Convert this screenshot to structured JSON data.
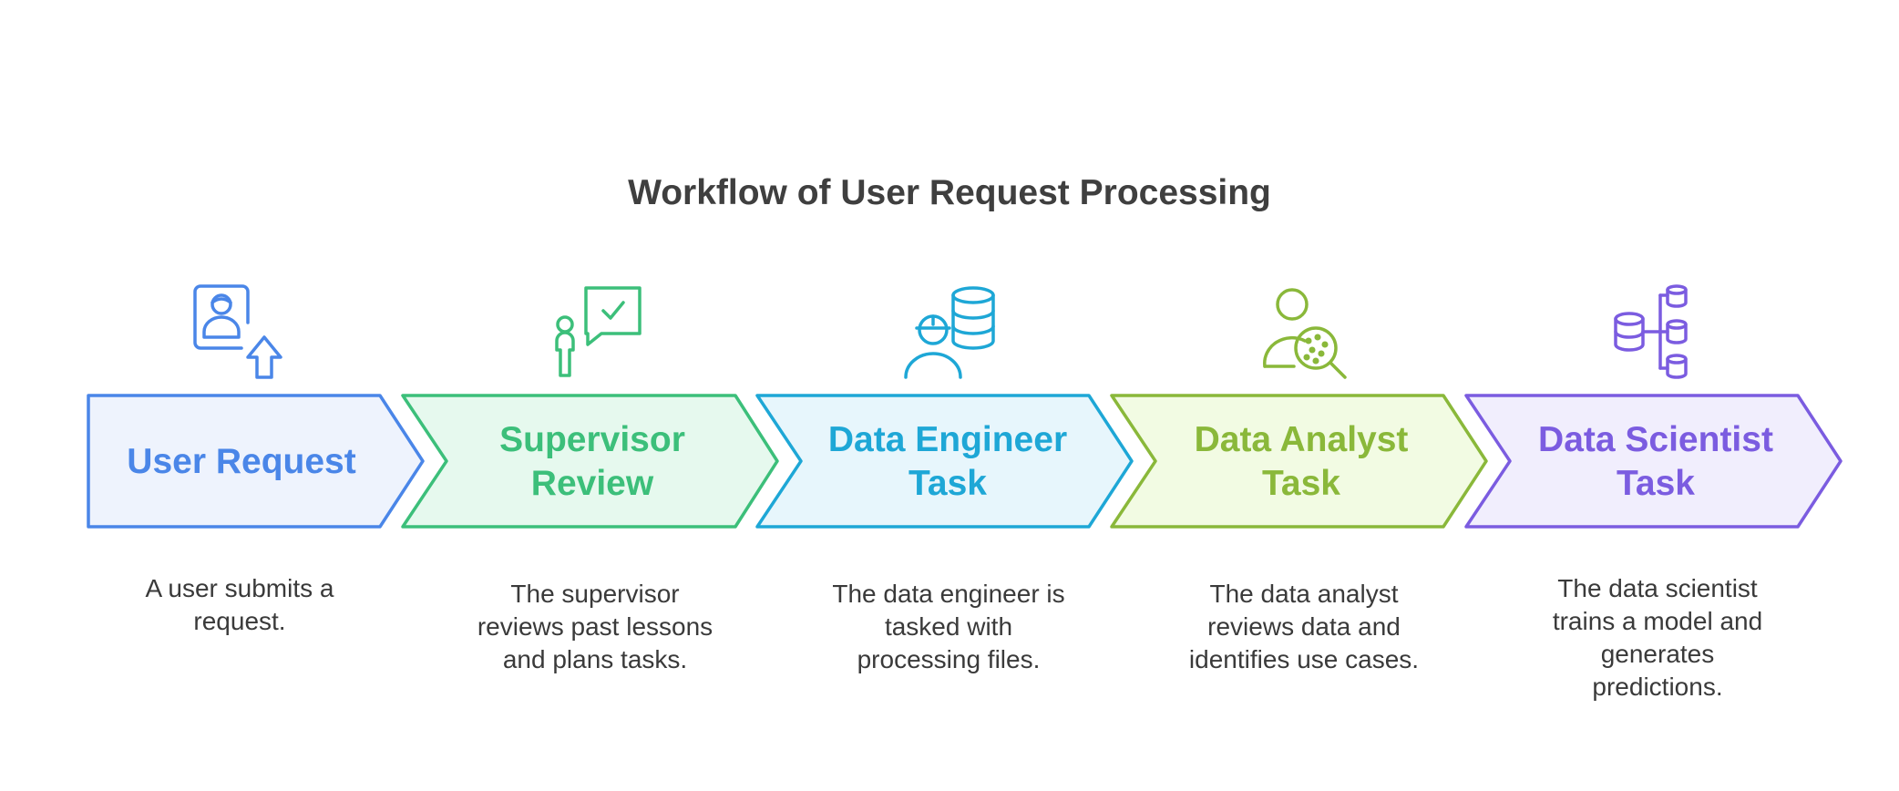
{
  "title": "Workflow of User Request Processing",
  "steps": [
    {
      "label": "User Request",
      "description": "A user submits a\nrequest.",
      "icon": "user-upload-icon",
      "color": "#4a86e8",
      "fill": "#eef3fd"
    },
    {
      "label": "Supervisor\nReview",
      "description": "The supervisor\nreviews past lessons\nand plans tasks.",
      "icon": "supervisor-approval-icon",
      "color": "#3cbf7a",
      "fill": "#e6f9ee"
    },
    {
      "label": "Data Engineer\nTask",
      "description": "The data engineer is\ntasked with\nprocessing files.",
      "icon": "engineer-database-icon",
      "color": "#1ea7d6",
      "fill": "#e7f6fc"
    },
    {
      "label": "Data Analyst\nTask",
      "description": "The data analyst\nreviews data and\nidentifies use cases.",
      "icon": "analyst-magnifier-icon",
      "color": "#8ab83a",
      "fill": "#f2fbe3"
    },
    {
      "label": "Data Scientist\nTask",
      "description": "The data scientist\ntrains a model and\ngenerates\npredictions.",
      "icon": "database-hierarchy-icon",
      "color": "#7b5ce0",
      "fill": "#f1eefd"
    }
  ]
}
